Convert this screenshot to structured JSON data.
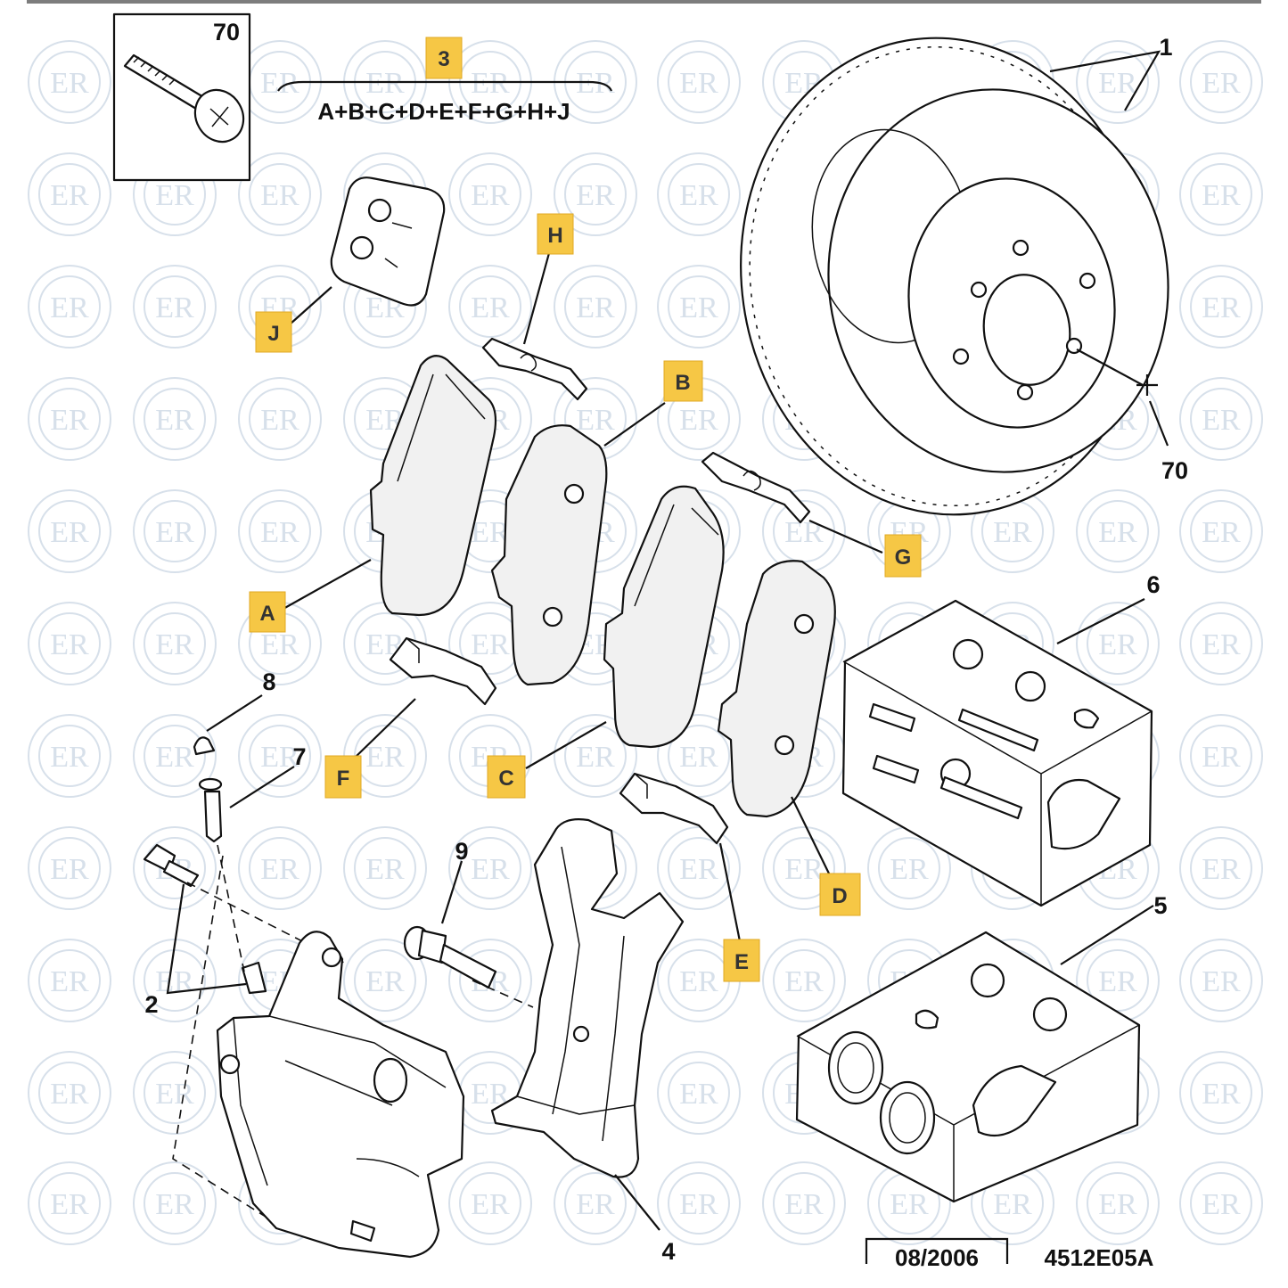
{
  "callouts": {
    "n70_box": "70",
    "n70_disc": "70",
    "n1": "1",
    "n2": "2",
    "n3": "3",
    "n4": "4",
    "n5": "5",
    "n6": "6",
    "n7": "7",
    "n8": "8",
    "n9": "9",
    "A": "A",
    "B": "B",
    "C": "C",
    "D": "D",
    "E": "E",
    "F": "F",
    "G": "G",
    "H": "H",
    "J": "J"
  },
  "kit_formula": "A+B+C+D+E+F+G+H+J",
  "footer": {
    "date": "08/2006",
    "ref": "4512E05A"
  },
  "watermark": "ER",
  "colors": {
    "label_box": "#f6c745",
    "watermark": "#d7e0ea",
    "line": "#111111"
  }
}
